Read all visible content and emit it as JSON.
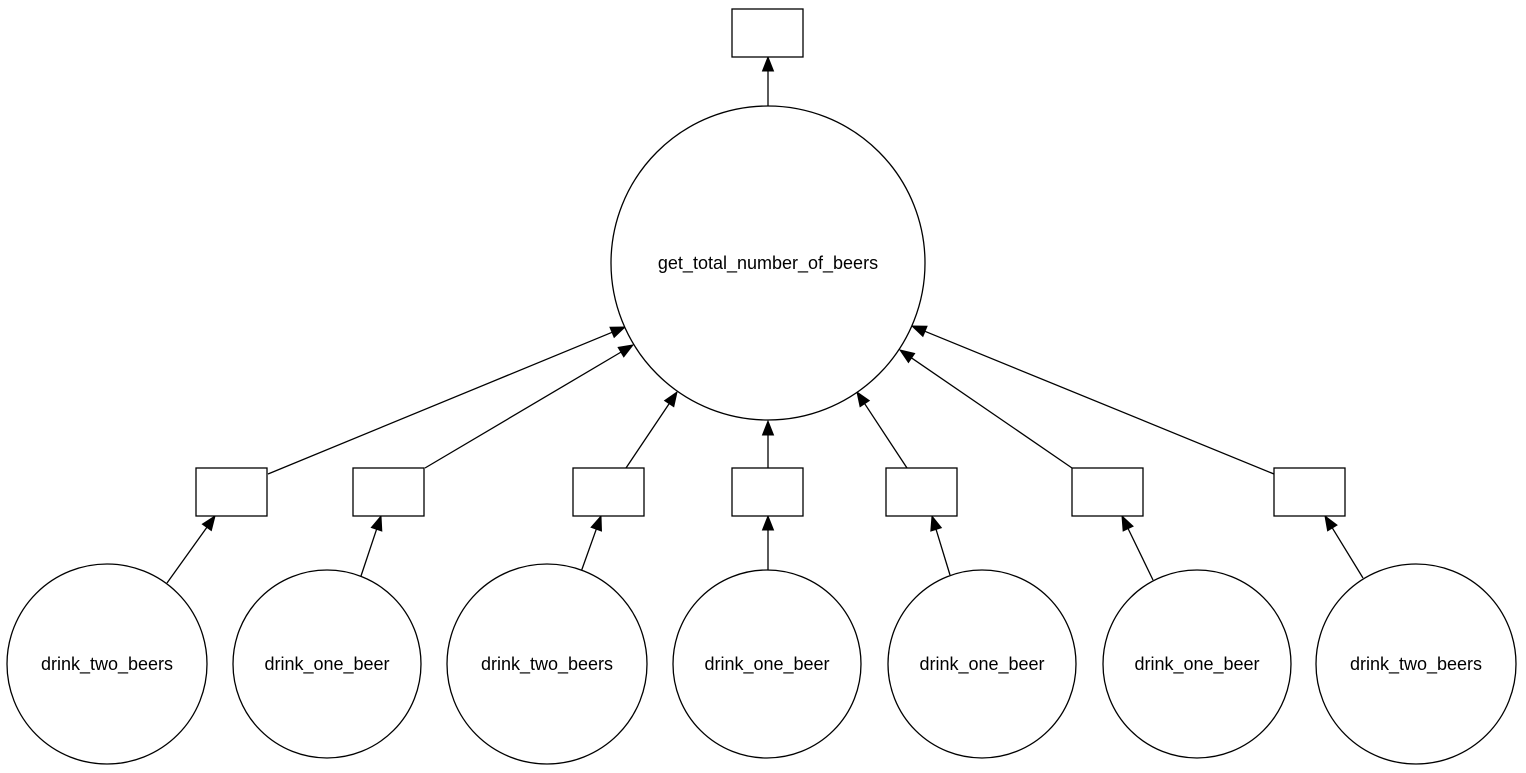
{
  "graph": {
    "root": {
      "label": "get_total_number_of_beers",
      "output_box_label": ""
    },
    "inputs": [
      {
        "label": "drink_two_beers",
        "box_label": ""
      },
      {
        "label": "drink_one_beer",
        "box_label": ""
      },
      {
        "label": "drink_two_beers",
        "box_label": ""
      },
      {
        "label": "drink_one_beer",
        "box_label": ""
      },
      {
        "label": "drink_one_beer",
        "box_label": ""
      },
      {
        "label": "drink_one_beer",
        "box_label": ""
      },
      {
        "label": "drink_two_beers",
        "box_label": ""
      }
    ],
    "colors": {
      "stroke": "#000000",
      "fill": "#ffffff"
    }
  }
}
